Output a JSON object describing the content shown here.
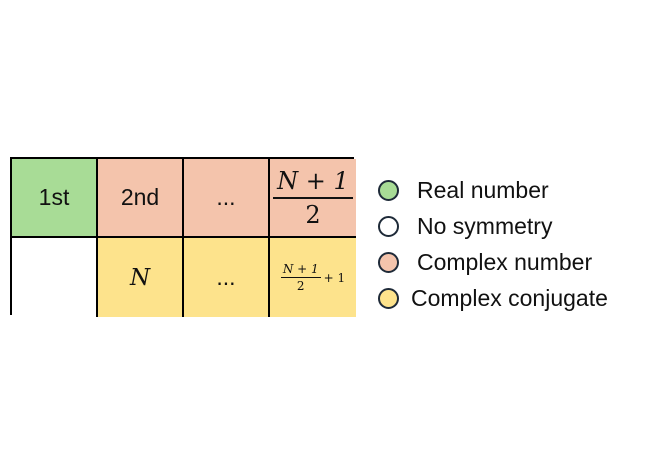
{
  "table": {
    "row1": {
      "c1": "1st",
      "c2": "2nd",
      "c3": "...",
      "c4": {
        "numerator": "N + 1",
        "denominator": "2"
      }
    },
    "row2": {
      "c1": "",
      "c2": "N",
      "c3": "...",
      "c4": {
        "numerator": "N + 1",
        "denominator": "2",
        "suffix": "+ 1"
      }
    }
  },
  "legend": [
    {
      "label": "Real number",
      "color": "#a8dc96"
    },
    {
      "label": "No symmetry",
      "color": "#ffffff"
    },
    {
      "label": "Complex number",
      "color": "#f4c4ac"
    },
    {
      "label": "Complex conjugate",
      "color": "#fde38c"
    }
  ]
}
